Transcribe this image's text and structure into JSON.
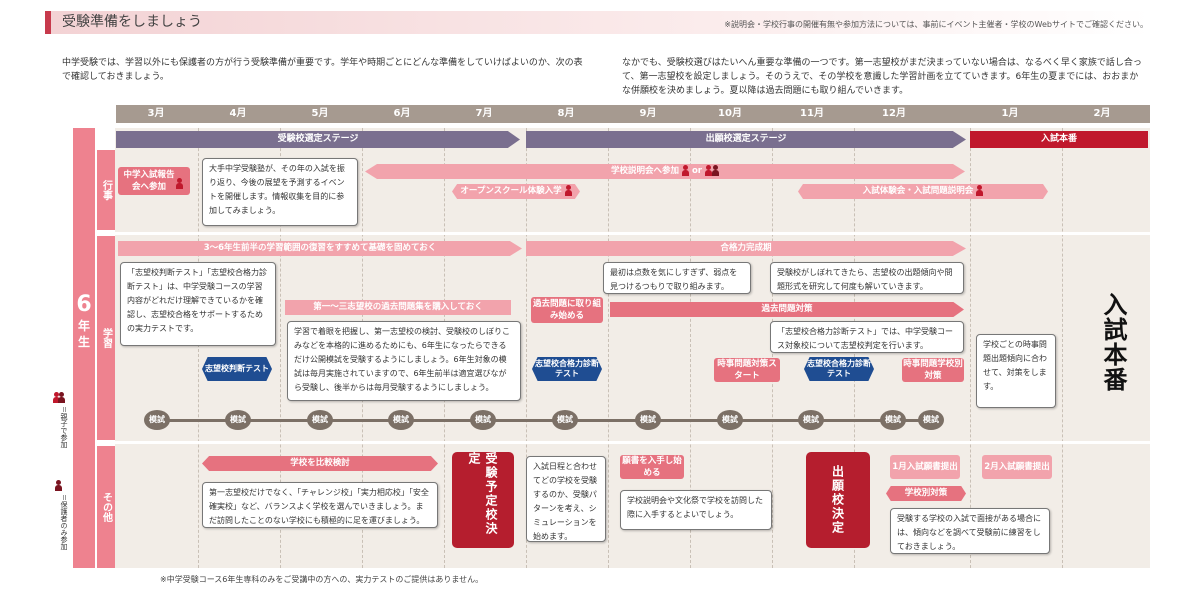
{
  "header": {
    "title": "受験準備をしましょう",
    "note": "※説明会・学校行事の開催有無や参加方法については、事前にイベント主催者・学校のWebサイトでご確認ください。"
  },
  "intro": {
    "left": "中学受験では、学習以外にも保護者の方が行う受験準備が重要です。学年や時期ごとにどんな準備をしていけばよいのか、次の表で確認しておきましょう。",
    "right": "なかでも、受験校選びはたいへん重要な準備の一つです。第一志望校がまだ決まっていない場合は、なるべく早く家族で話し合って、第一志望校を設定しましょう。そのうえで、その学校を意識した学習計画を立てていきます。6年生の夏までには、おおまかな併願校を決めましょう。夏以降は過去問題にも取り組んでいきます。"
  },
  "months": [
    "3月",
    "4月",
    "5月",
    "6月",
    "7月",
    "8月",
    "9月",
    "10月",
    "11月",
    "12月",
    "1月",
    "2月"
  ],
  "grade": {
    "number": "6",
    "label": "年生"
  },
  "sections": {
    "events": "行事",
    "study": "学習",
    "other": "その他"
  },
  "stages": {
    "selection": "受験校選定ステージ",
    "application": "出願校選定ステージ",
    "exam": "入試本番"
  },
  "events": {
    "report_meeting": "中学入試報告会へ参加",
    "report_callout": "大手中学受験塾が、その年の入試を振り返り、今後の展望を予測するイベントを開催します。情報収集を目的に参加してみましょう。",
    "school_info": "学校説明会へ参加",
    "or": "or",
    "open_school": "オープンスクール体験入学",
    "exam_experience": "入試体験会・入試問題説明会"
  },
  "study": {
    "basics": "3～6年生前半の学習範囲の復習をすすめて基礎を固めておく",
    "completion": "合格力完成期",
    "test_callout": "「志望校判断テスト」「志望校合格力診断テスト」は、中学受験コースの学習内容がどれだけ理解できているかを確認し、志望校合格をサポートするための実力テストです。",
    "past_collection": "第一～三志望校の過去問題集を購入しておく",
    "past_start": "過去問題に取り組み始める",
    "past_callout": "最初は点数を気にしすぎず、弱点を見つけるつもりで取り組みます。",
    "past_measures": "過去問題対策",
    "trend_callout": "受験校がしぼれてきたら、志望校の出題傾向や問題形式を研究して何度も解いていきます。",
    "plan_callout": "学習で着眼を把握し、第一志望校の検討、受験校のしぼりこみなどを本格的に進めるためにも、6年生になったらできるだけ公開模試を受験するようにしましょう。6年生対象の模試は毎月実施されていますので、6年生前半は適宜選びながら受験し、後半からは毎月受験するようにしましょう。",
    "diag_callout": "「志望校合格力診断テスト」では、中学受験コース対象校について志望校判定を行います。",
    "judge_test": "志望校判断テスト",
    "diag_test_1": "志望校合格力診断テスト",
    "diag_test_2": "志望校合格力診断テスト",
    "current_start": "時事問題対策スタート",
    "current_school": "時事問題学校別対策",
    "current_callout": "学校ごとの時事問題出題傾向に合わせて、対策をします。",
    "mock": "模試"
  },
  "other": {
    "compare": "学校を比較検討",
    "compare_callout": "第一志望校だけでなく、「チャレンジ校」「実力相応校」「安全確実校」など、バランスよく学校を選んでいきましょう。まだ訪問したことのない学校にも積極的に足を運びましょう。",
    "decide_schools": "受験予定校決定",
    "sim_callout": "入試日程と合わせてどの学校を受験するのか、受験パターンを考え、シミュレーションを始めます。",
    "get_forms": "願書を入手し始める",
    "forms_callout": "学校説明会や文化祭で学校を訪問した際に入手するとよいでしょう。",
    "decide_application": "出願校決定",
    "jan_submit": "1月入試願書提出",
    "feb_submit": "2月入試願書提出",
    "measures_school": "学校別対策",
    "interview_callout": "受験する学校の入試で面接がある場合には、傾向などを調べて受験前に練習をしておきましょう。"
  },
  "exam_big": "入試本番",
  "legend": {
    "parent_child": "＝親子で参加",
    "parent_only": "＝保護者のみ参加"
  },
  "footnote": "※中学受験コース6年生専科のみをご受講中の方への、実力テストのご提供はありません。",
  "colors": {
    "accent": "#c0182c",
    "pink": "#f2a3ac",
    "purple": "#7a6f8f",
    "navy": "#1f4d92",
    "grid": "#f2ede7"
  }
}
